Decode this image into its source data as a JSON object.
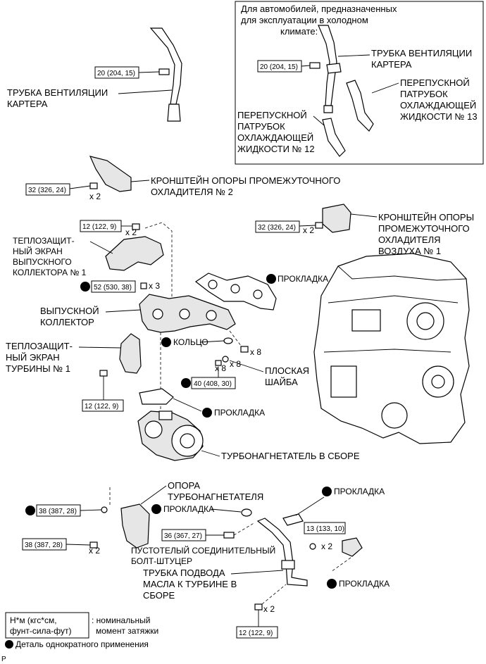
{
  "inset": {
    "title": [
      "Для автомобилей, предназначенных",
      "для эксплуатации в холодном",
      "климате:"
    ],
    "torque": "20 (204, 15)",
    "pcv_hose": [
      "ТРУБКА ВЕНТИЛЯЦИИ",
      "КАРТЕРА"
    ],
    "bypass13": [
      "ПЕРЕПУСКНОЙ",
      "ПАТРУБОК",
      "ОХЛАЖДАЮЩЕЙ",
      "ЖИДКОСТИ № 13"
    ],
    "bypass12": [
      "ПЕРЕПУСКНОЙ",
      "ПАТРУБОК",
      "ОХЛАЖДАЮЩЕЙ",
      "ЖИДКОСТИ № 12"
    ]
  },
  "pcv": {
    "torque": "20 (204, 15)",
    "label": [
      "ТРУБКА ВЕНТИЛЯЦИИ",
      "КАРТЕРА"
    ]
  },
  "bracket2": {
    "torque": "32 (326, 24)",
    "qty": "x 2",
    "label": [
      "КРОНШТЕЙН ОПОРЫ ПРОМЕЖУТОЧНОГО",
      "ОХЛАДИТЕЛЯ № 2"
    ]
  },
  "bracket1": {
    "torque": "32 (326, 24)",
    "qty": "x 2",
    "label": [
      "КРОНШТЕЙН ОПОРЫ",
      "ПРОМЕЖУТОЧНОГО",
      "ОХЛАДИТЕЛЯ",
      "ВОЗДУХА № 1"
    ]
  },
  "heat_ins_manifold": {
    "torque": "12 (122, 9)",
    "qty": "x 2",
    "label": [
      "ТЕПЛОЗАЩИТ-",
      "НЫЙ ЭКРАН",
      "ВЫПУСКНОГО",
      "КОЛЛЕКТОРА № 1"
    ]
  },
  "manifold": {
    "torque": "52 (530, 38)",
    "qty": "x 3",
    "label": [
      "ВЫПУСКНОЙ",
      "КОЛЛЕКТОР"
    ]
  },
  "gasket_manifold": "ПРОКЛАДКА",
  "heat_ins_turbo": {
    "torque": "12 (122, 9)",
    "label": [
      "ТЕПЛОЗАЩИТ-",
      "НЫЙ ЭКРАН",
      "ТУРБИНЫ № 1"
    ]
  },
  "ring": "КОЛЬЦО",
  "nut_qty_a": "x 8",
  "nut_qty_b": "x 8",
  "nut_qty_c": "x 8",
  "washer": [
    "ПЛОСКАЯ",
    "ШАЙБА"
  ],
  "nut_torque": "40 (408, 30)",
  "gasket_turbo": "ПРОКЛАДКА",
  "turbo": "ТУРБОНАГНЕТАТЕЛЬ В СБОРЕ",
  "stay": {
    "torque_a": "38 (387, 28)",
    "torque_b": "38 (387, 28)",
    "qty": "x 2",
    "label": [
      "ОПОРА",
      "ТУРБОНАГНЕТАТЕЛЯ"
    ]
  },
  "gasket_stay": "ПРОКЛАДКА",
  "union": {
    "torque": "36 (367, 27)",
    "label": [
      "ПУСТОТЕЛЫЙ СОЕДИНИТЕЛЬНЫЙ",
      "БОЛТ-ШТУЦЕР"
    ]
  },
  "gasket_oil_upper": "ПРОКЛАДКА",
  "gasket_oil_lower": "ПРОКЛАДКА",
  "oil_pipe": {
    "torque_a": "13 (133, 10)",
    "qty_a": "x 2",
    "torque_b": "12 (122, 9)",
    "qty_b": "x 2",
    "label": [
      "ТРУБКА ПОДВОДА",
      "МАСЛА К ТУРБИНЕ В",
      "СБОРЕ"
    ]
  },
  "legend": {
    "units": [
      "Н*м (кгс*см,",
      "фунт-сила-фут)"
    ],
    "units_desc": [
      ": номинальный",
      "момент затяжки"
    ],
    "non_reusable": "Деталь однократного применения"
  },
  "page_mark": "P"
}
